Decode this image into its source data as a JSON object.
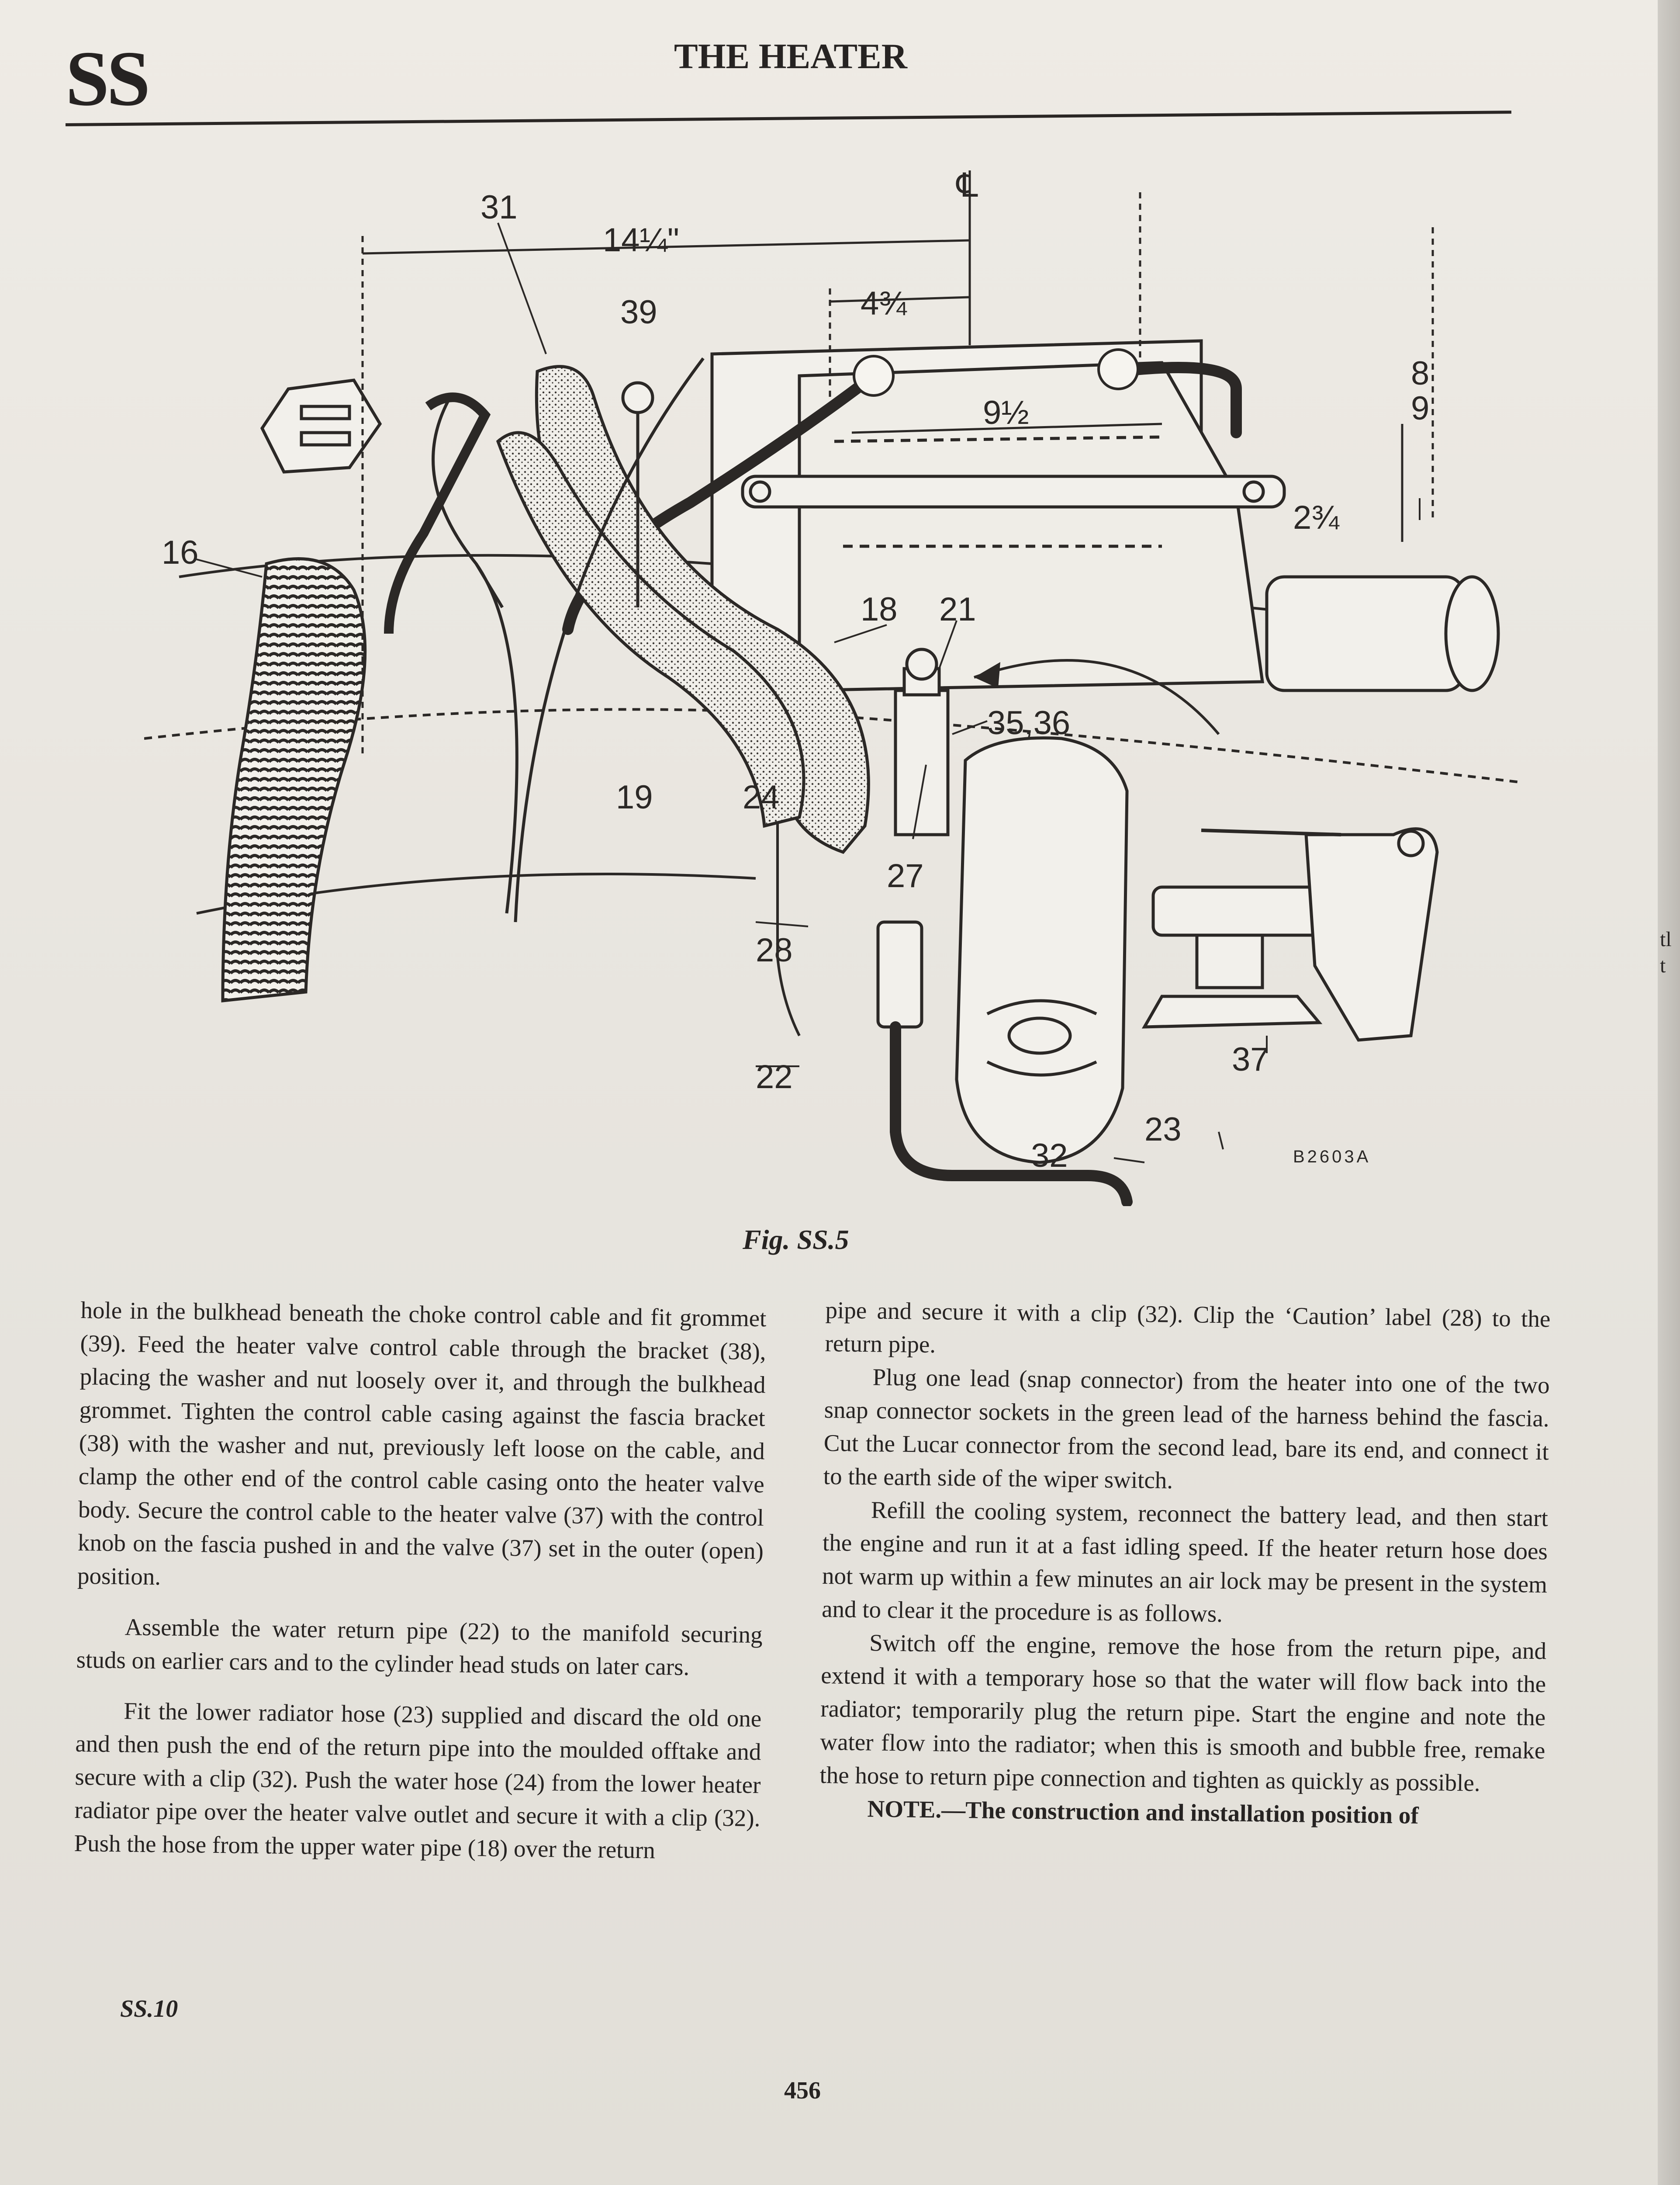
{
  "header": {
    "section_code": "SS",
    "title": "THE HEATER"
  },
  "figure": {
    "caption": "Fig. SS.5",
    "plate_code": "B2603A",
    "callouts": [
      "31",
      "14¼\"",
      "39",
      "4¾",
      "9½",
      "8",
      "9",
      "16",
      "2¾",
      "18",
      "21",
      "35,36",
      "19",
      "24",
      "27",
      "28",
      "22",
      "37",
      "32",
      "23",
      "℄"
    ]
  },
  "left_column": {
    "p1": "hole in the bulkhead beneath the choke control cable and fit grommet (39). Feed the heater valve control cable through the bracket (38), placing the washer and nut loosely over it, and through the bulkhead grommet. Tighten the control cable casing against the fascia bracket (38) with the washer and nut, previously left loose on the cable, and clamp the other end of the control cable casing onto the heater valve body. Secure the control cable to the heater valve (37) with the control knob on the fascia pushed in and the valve (37) set in the outer (open) position.",
    "p2": "Assemble the water return pipe (22) to the manifold securing studs on earlier cars and to the cylinder head studs on later cars.",
    "p3": "Fit the lower radiator hose (23) supplied and discard the old one and then push the end of the return pipe into the moulded offtake and secure with a clip (32). Push the water hose (24) from the lower heater radiator pipe over the heater valve outlet and secure it with a clip (32). Push the hose from the upper water pipe (18) over the return"
  },
  "right_column": {
    "p1": "pipe and secure it with a clip (32). Clip the ‘Caution’ label (28) to the return pipe.",
    "p2": "Plug one lead (snap connector) from the heater into one of the two snap connector sockets in the green lead of the harness behind the fascia. Cut the Lucar connector from the second lead, bare its end, and connect it to the earth side of the wiper switch.",
    "p3": "Refill the cooling system, reconnect the battery lead, and then start the engine and run it at a fast idling speed. If the heater return hose does not warm up within a few minutes an air lock may be present in the system and to clear it the procedure is as follows.",
    "p4": "Switch off the engine, remove the hose from the return pipe, and extend it with a temporary hose so that the water will flow back into the radiator; temporarily plug the return pipe. Start the engine and note the water flow into the radiator; when this is smooth and bubble free, remake the hose to return pipe connection and tighten as quickly as possible.",
    "p5": "NOTE.—The construction and installation position of"
  },
  "footer": {
    "page_ref": "SS.10",
    "page_number": "456"
  },
  "edge_fragment": {
    "line1": "tl",
    "line2": "t"
  }
}
